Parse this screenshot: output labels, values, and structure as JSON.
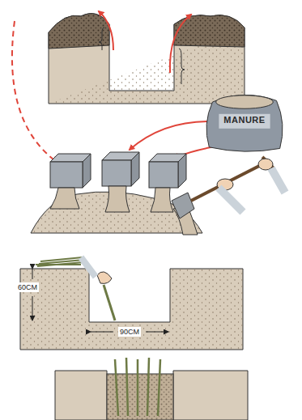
{
  "diagram": {
    "nodes": [
      {
        "text": [
          "MANURE"
        ]
      }
    ],
    "labels": [
      "60CM",
      "90CM"
    ]
  }
}
